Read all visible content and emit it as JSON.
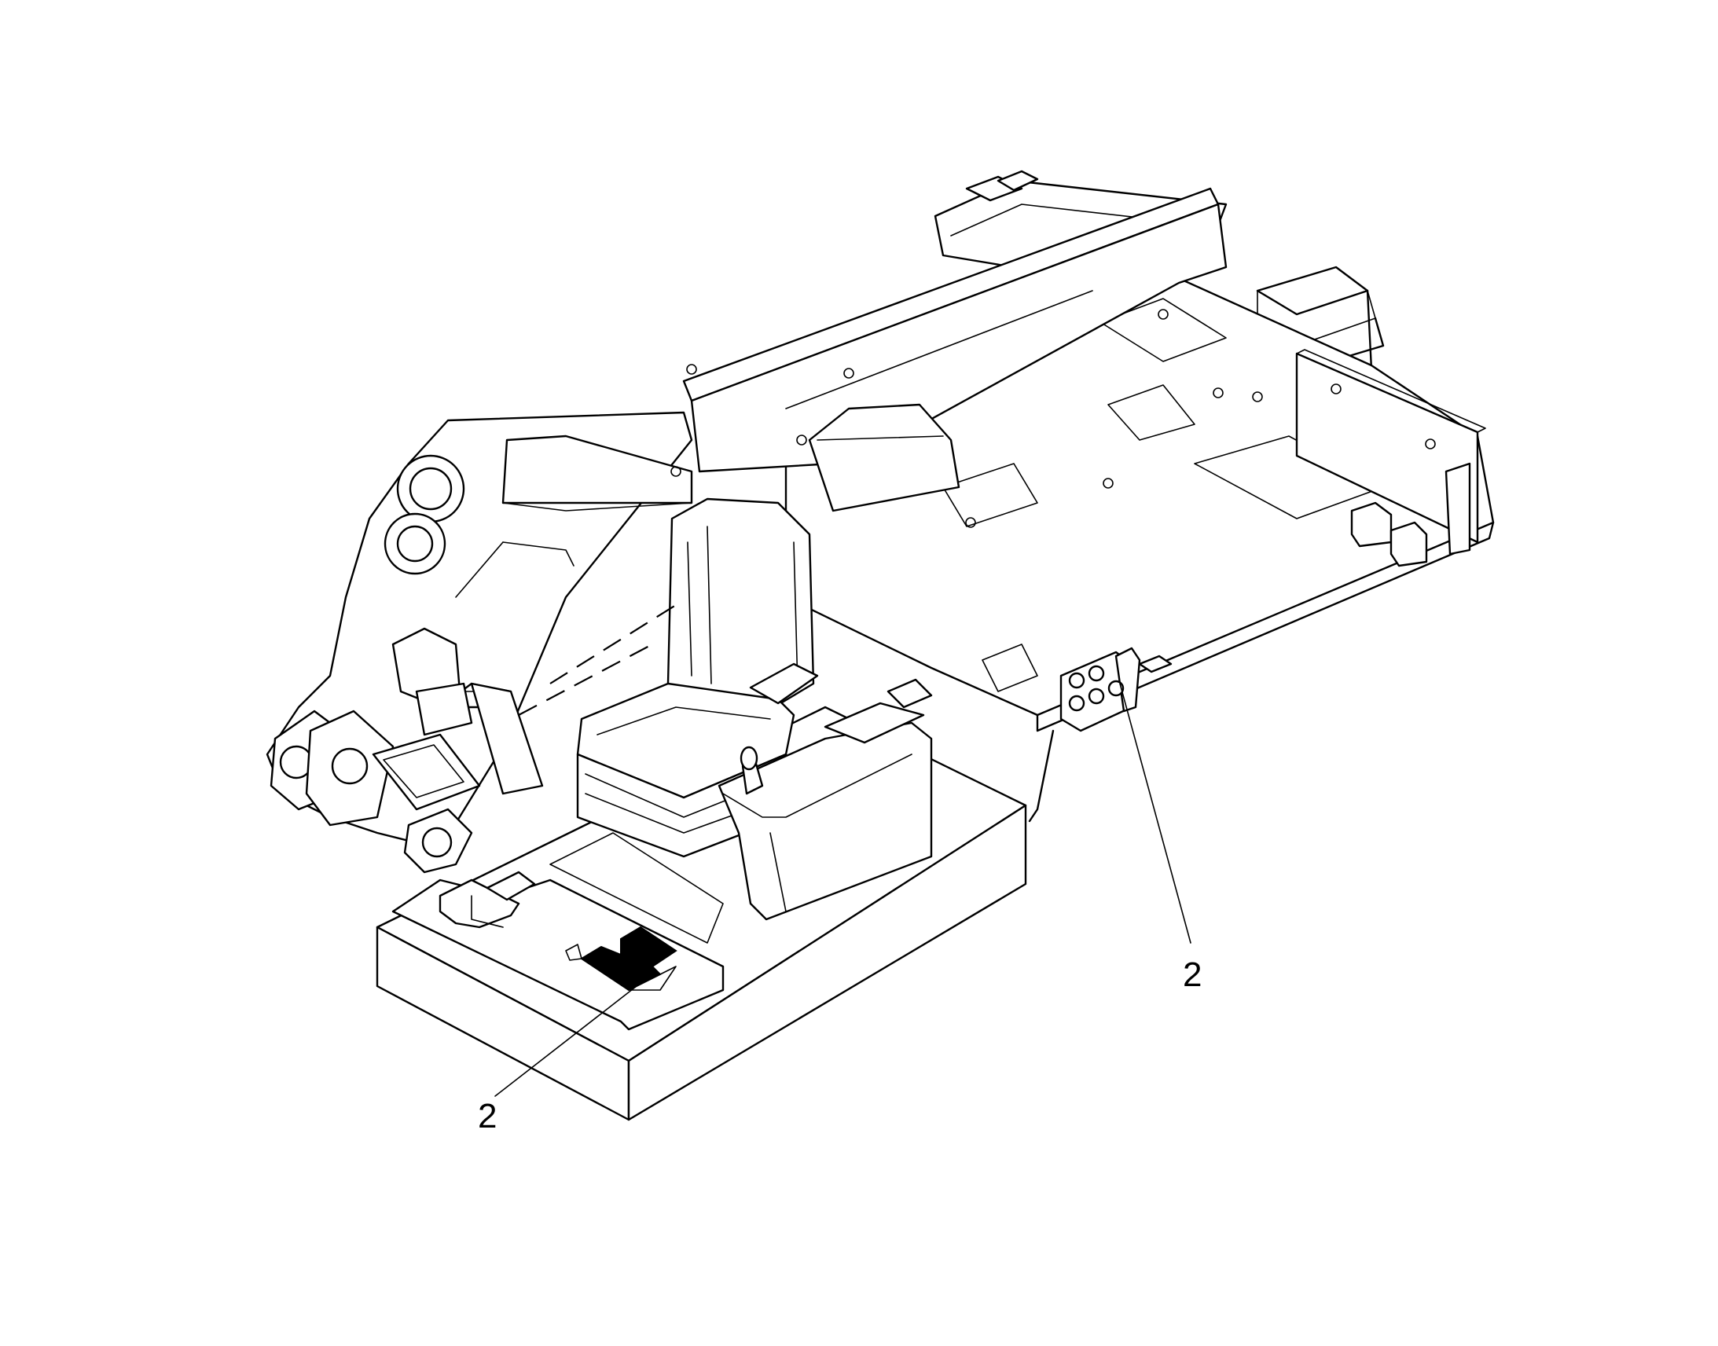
{
  "figure": {
    "background": "#ffffff",
    "stroke": "#000000",
    "callouts": [
      {
        "id": "callout-right",
        "label": "2"
      },
      {
        "id": "callout-left",
        "label": "2"
      }
    ]
  }
}
